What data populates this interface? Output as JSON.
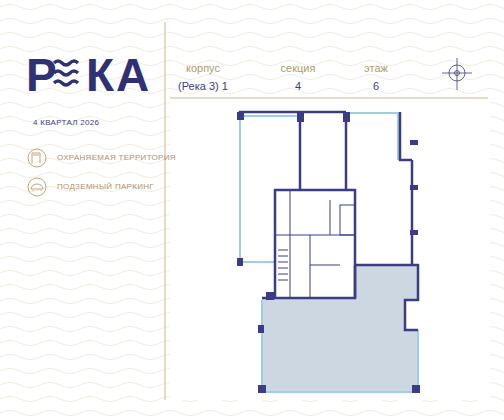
{
  "diagram": {
    "labels": [
      "Р",
      "КА",
      "4 КВАРТАЛ 2026",
      "корпус",
      "секция",
      "этаж",
      "(Река 3) 1",
      "4",
      "6"
    ],
    "legend": [
      {
        "text": "ОХРАНЯЕМАЯ ТЕРРИТОРИЯ"
      },
      {
        "text": "ПОДЗЕМНЫЙ ПАРКИНГ"
      }
    ]
  }
}
